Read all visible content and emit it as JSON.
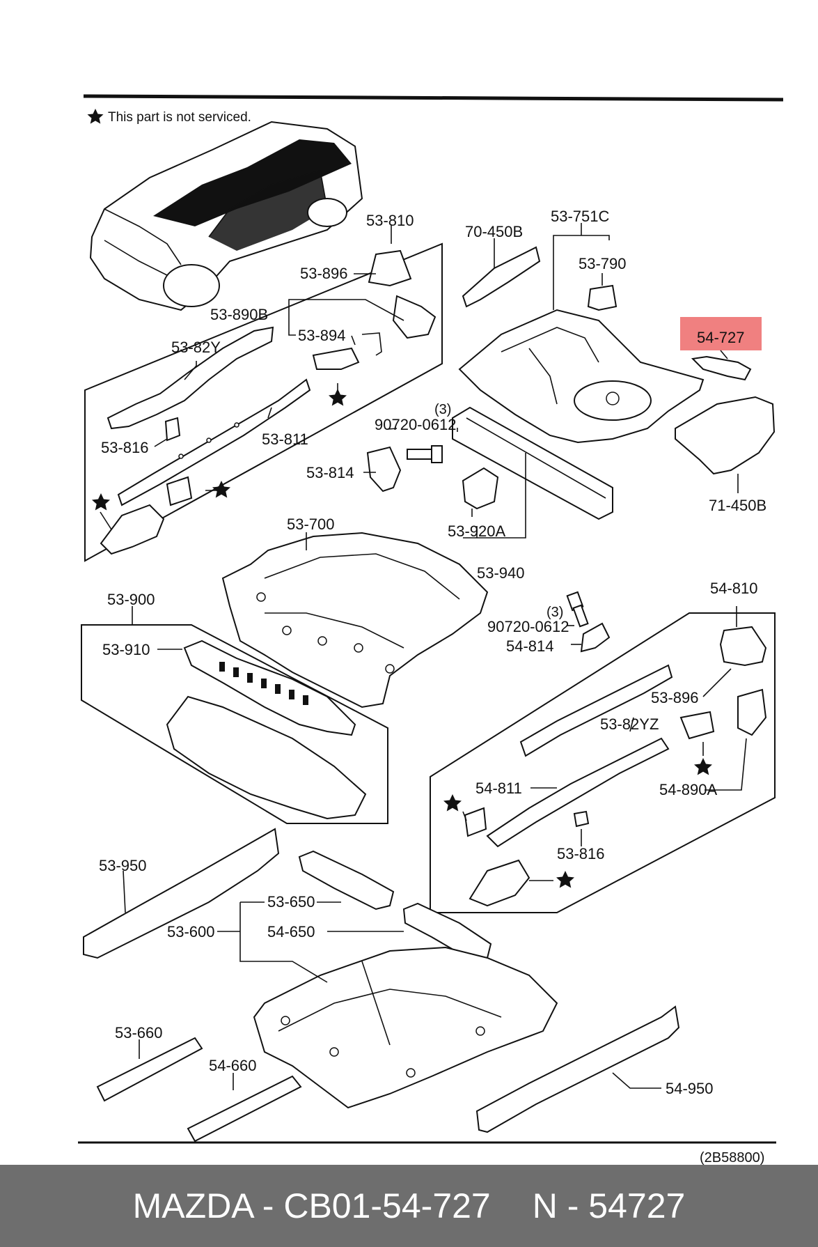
{
  "legend": {
    "star_note": "This part is not serviced."
  },
  "highlight_color": "#f08080",
  "diagram_code": "(2B58800)",
  "labels": {
    "l53_810": "53-810",
    "l70_450B": "70-450B",
    "l53_751C": "53-751C",
    "l53_790": "53-790",
    "l53_896a": "53-896",
    "l53_890B": "53-890B",
    "l53_894": "53-894",
    "l54_727": "54-727",
    "l53_82Y": "53-82Y",
    "l53_816a": "53-816",
    "l53_811": "53-811",
    "l90720a_qty": "(3)",
    "l90720a": "90720-0612",
    "l53_814": "53-814",
    "l53_920A": "53-920A",
    "l53_940": "53-940",
    "l71_450B": "71-450B",
    "l53_700": "53-700",
    "l53_900": "53-900",
    "l53_910": "53-910",
    "l54_810": "54-810",
    "l90720b_qty": "(3)",
    "l90720b": "90720-0612",
    "l54_814": "54-814",
    "l53_896b": "53-896",
    "l53_82YZ": "53-82YZ",
    "l54_811": "54-811",
    "l54_890A": "54-890A",
    "l53_816b": "53-816",
    "l53_950": "53-950",
    "l53_650": "53-650",
    "l53_600": "53-600",
    "l54_650": "54-650",
    "l53_660": "53-660",
    "l54_660": "54-660",
    "l54_950": "54-950"
  },
  "footer": {
    "brand_part": "MAZDA - CB01-54-727",
    "number": "N - 54727"
  }
}
